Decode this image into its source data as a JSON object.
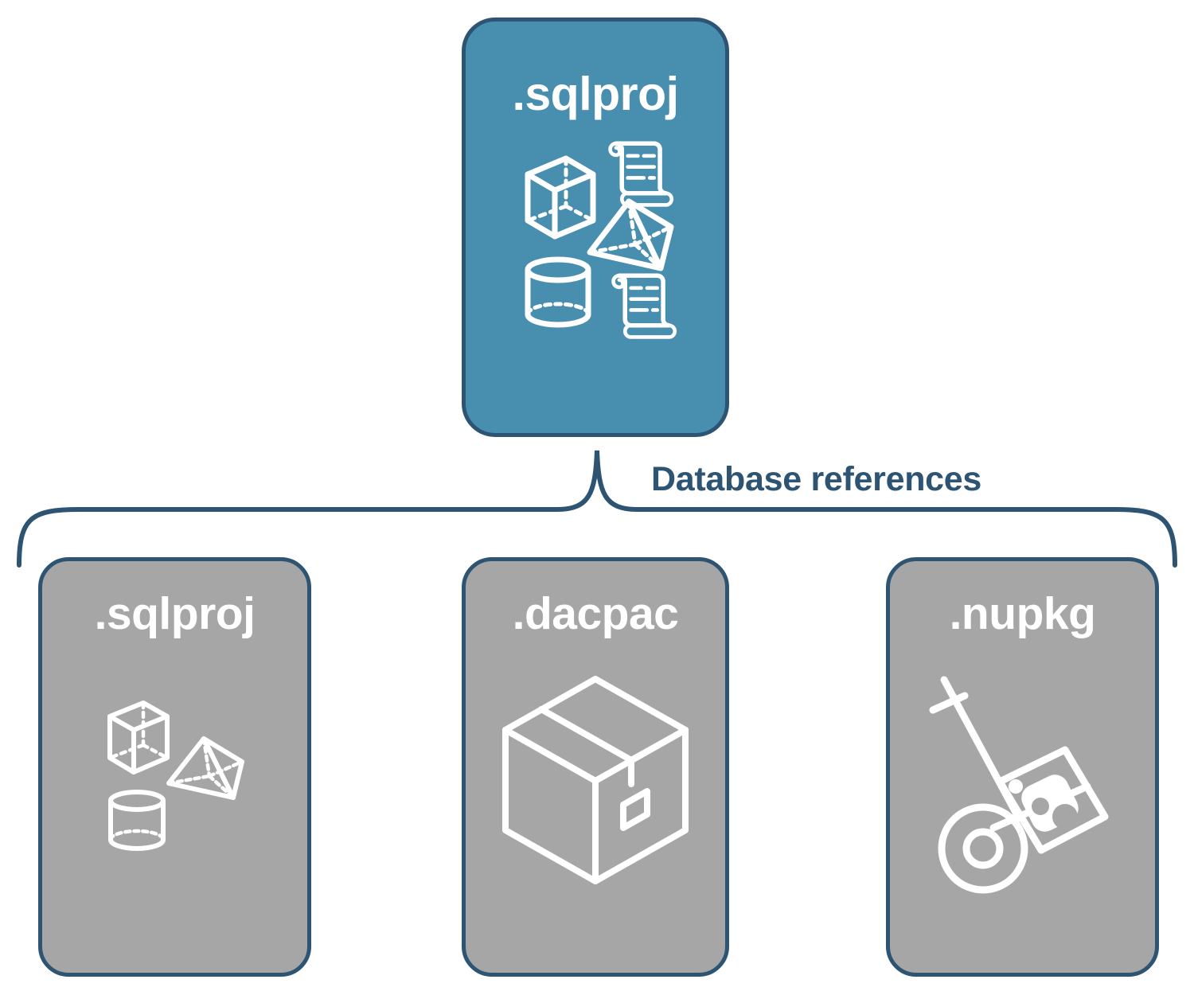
{
  "diagram": {
    "title": "Database references",
    "colors": {
      "accent_teal": "#488EAF",
      "border_blue": "#2D5472",
      "card_gray": "#A6A6A6",
      "icon_white": "#FFFFFF",
      "background": "#FFFFFF"
    },
    "root": {
      "label": ".sqlproj",
      "fill": "#488EAF",
      "icons": [
        "cube-icon",
        "pyramid-icon",
        "cylinder-icon",
        "scroll-icon",
        "scroll-icon"
      ]
    },
    "connector": {
      "label": "Database references",
      "style": "curly-brace",
      "color": "#2D5472"
    },
    "children": [
      {
        "label": ".sqlproj",
        "fill": "#A6A6A6",
        "icons": [
          "cube-icon",
          "pyramid-icon",
          "cylinder-icon"
        ]
      },
      {
        "label": ".dacpac",
        "fill": "#A6A6A6",
        "icons": [
          "package-box-icon"
        ]
      },
      {
        "label": ".nupkg",
        "fill": "#A6A6A6",
        "icons": [
          "hand-truck-icon",
          "nuget-package-icon"
        ]
      }
    ]
  }
}
